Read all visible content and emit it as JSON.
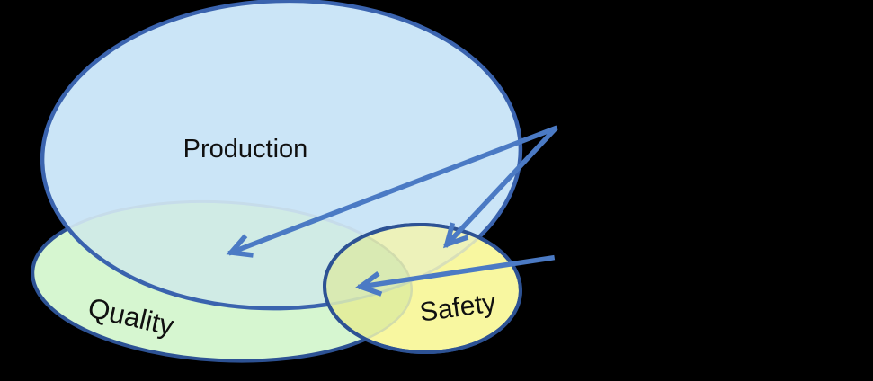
{
  "diagram": {
    "type": "venn-overlap-diagram",
    "background_color": "#000000",
    "regions": {
      "production": {
        "label": "Production",
        "fill": "#cbe5f7",
        "border": "#3a63ae"
      },
      "quality": {
        "label": "Quality",
        "fill": "#d6f6d0",
        "border": "#2d5294"
      },
      "safety": {
        "label": "Safety",
        "fill": "#f8f7a0",
        "border": "#2d5294"
      }
    },
    "overlap_colors": {
      "production_quality": "#d0ebe5",
      "production_safety": "#edf2ba",
      "quality_inner_line": "#c6dcea",
      "production_inner_line": "#d8dfb9"
    },
    "arrows": {
      "color": "#4b7ac4",
      "items": [
        {
          "name": "arrow-to-production-quality-overlap"
        },
        {
          "name": "arrow-to-production-safety-overlap"
        },
        {
          "name": "arrow-into-safety-left-overlap"
        }
      ]
    }
  }
}
